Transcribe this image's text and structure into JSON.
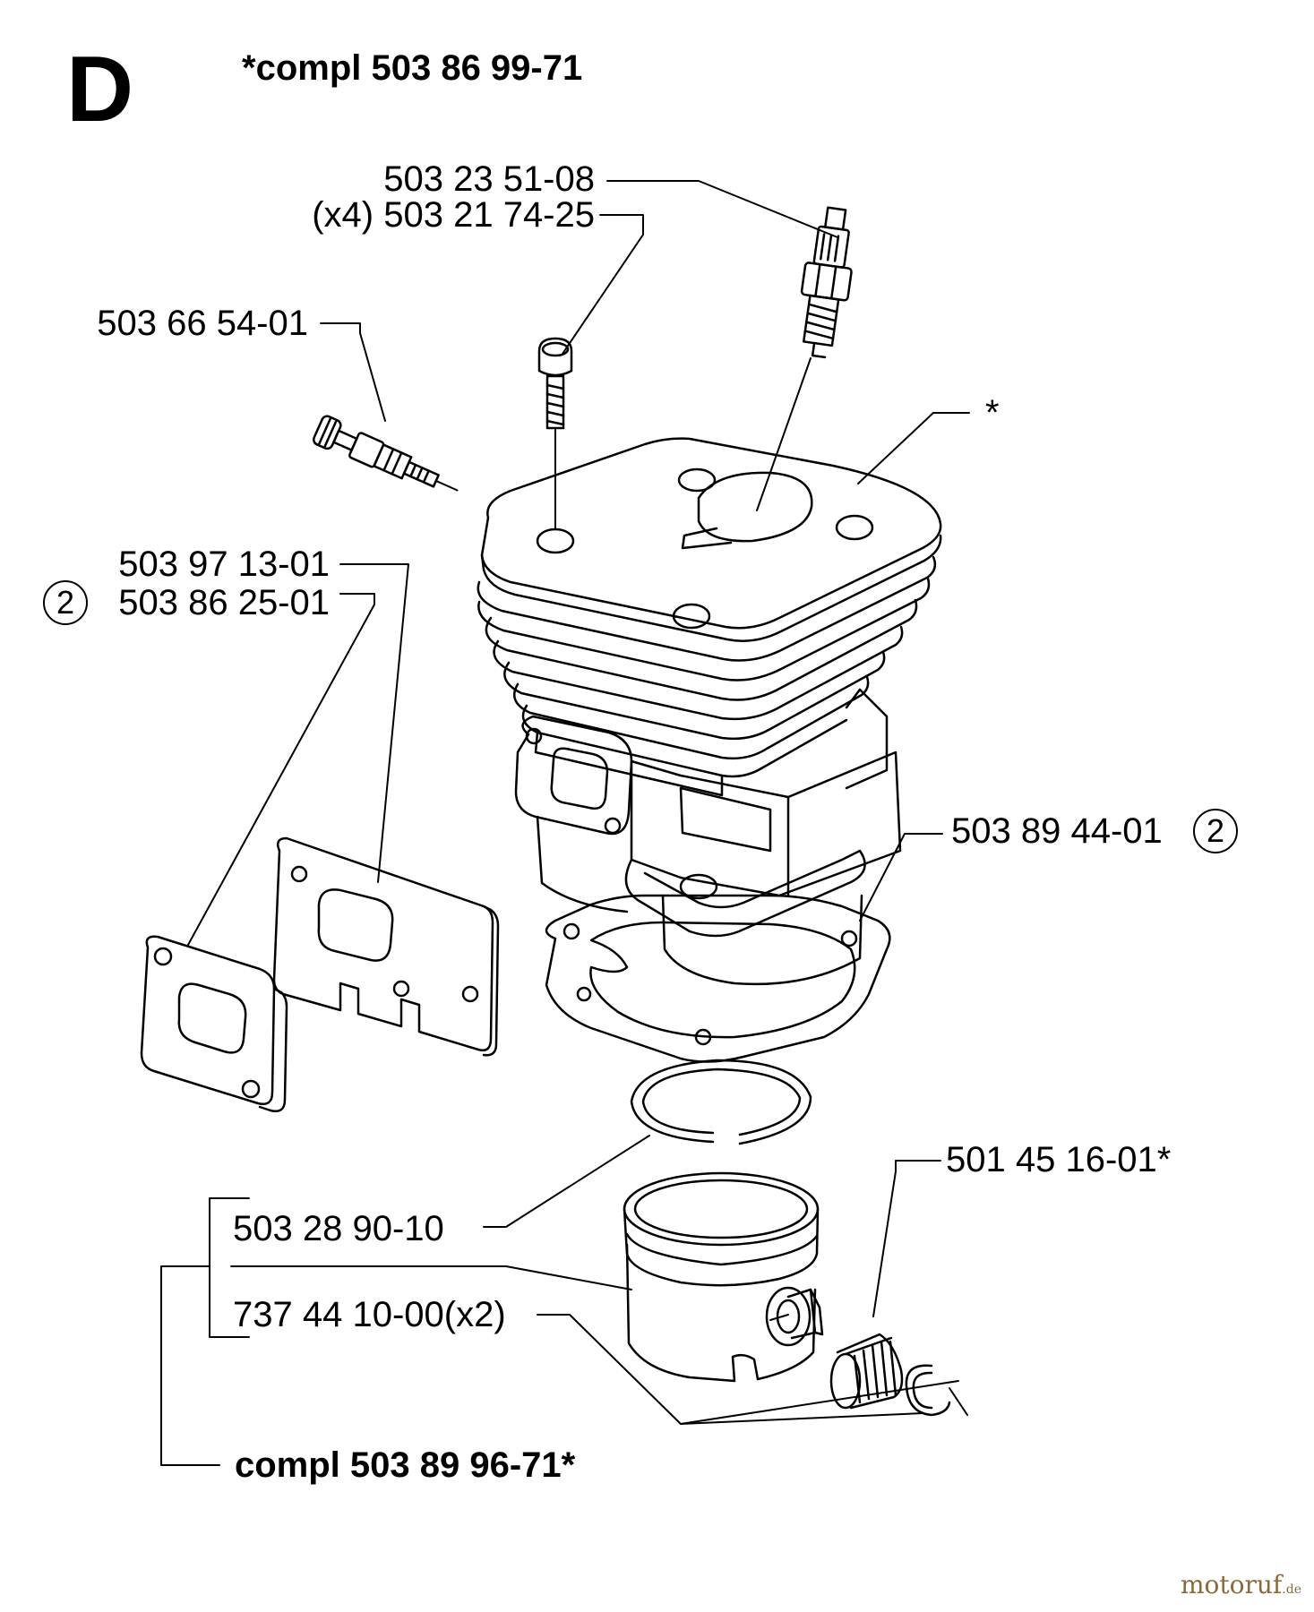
{
  "section": {
    "letter": "D"
  },
  "kit_top": {
    "label": "*compl 503 86 99-71"
  },
  "kit_bottom": {
    "label": "compl 503 89 96-71*"
  },
  "asterisk_callout": {
    "label": "*"
  },
  "parts": [
    {
      "id": "spark-plug",
      "label": "503 23 51-08"
    },
    {
      "id": "cylinder-screw",
      "label": "(x4) 503 21 74-25"
    },
    {
      "id": "decompression-valve",
      "label": "503 66 54-01"
    },
    {
      "id": "heat-shield",
      "label": "503 97 13-01"
    },
    {
      "id": "exhaust-gasket",
      "label": "503 86 25-01",
      "ref_circle": "2"
    },
    {
      "id": "cylinder-gasket",
      "label": "503 89 44-01",
      "ref_circle": "2"
    },
    {
      "id": "needle-bearing",
      "label": "501 45 16-01*"
    },
    {
      "id": "piston-ring",
      "label": "503 28 90-10"
    },
    {
      "id": "circlip",
      "label": "737 44 10-00(x2)"
    }
  ],
  "watermark": {
    "text": "motoruf",
    "suffix": ".de"
  },
  "colors": {
    "ink": "#000000",
    "background": "#ffffff",
    "watermark": "#8a6a3a"
  }
}
